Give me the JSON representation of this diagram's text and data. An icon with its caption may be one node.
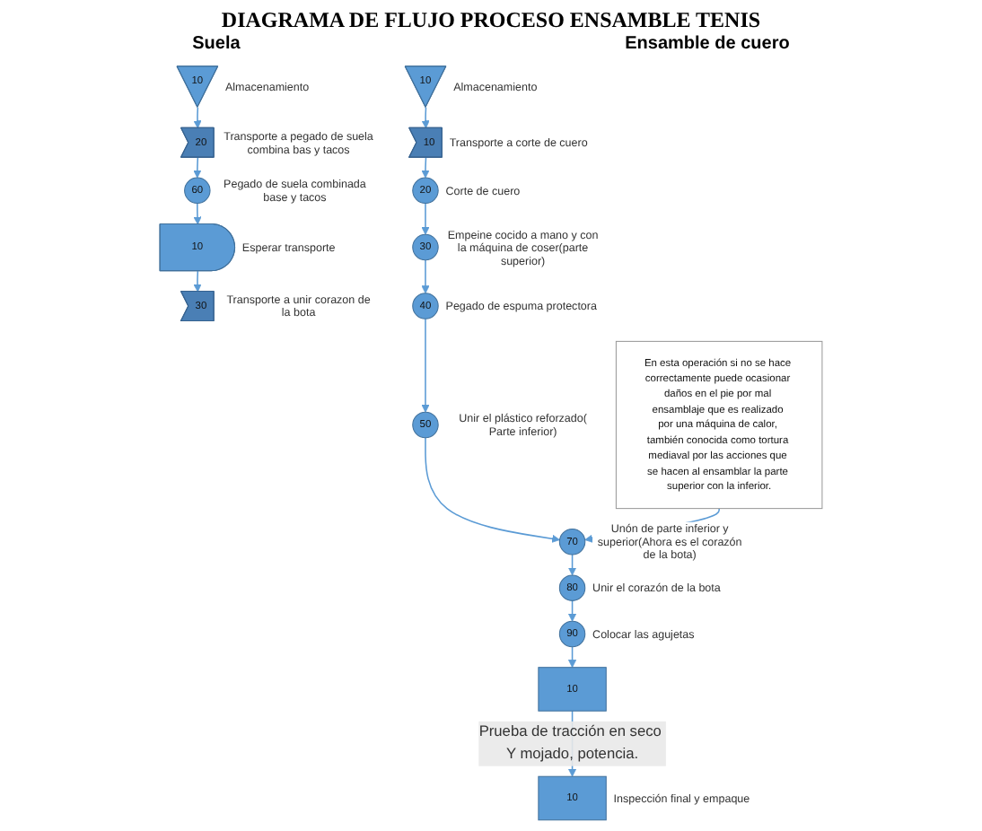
{
  "diagram": {
    "title": "DIAGRAMA DE FLUJO PROCESO ENSAMBLE TENIS",
    "nodes": [
      {
        "text": [
          "10"
        ],
        "beside": [
          "Almacenamiento"
        ]
      },
      {
        "text": [
          "20"
        ],
        "beside": [
          "Transporte a pegado de suela combina bas y tacos"
        ]
      },
      {
        "text": [
          "60"
        ],
        "beside": [
          "Pegado de suela combinada base y tacos"
        ]
      },
      {
        "text": [
          "10"
        ],
        "beside": [
          "Esperar transporte"
        ]
      },
      {
        "text": [
          "30"
        ],
        "beside": [
          "Transporte a unir corazon de la bota"
        ]
      },
      {
        "text": [
          "10"
        ],
        "beside": [
          "Almacenamiento"
        ]
      },
      {
        "text": [
          "10"
        ],
        "beside": [
          "Transporte a corte de cuero"
        ]
      },
      {
        "text": [
          "20"
        ],
        "beside": [
          "Corte de cuero"
        ]
      },
      {
        "text": [
          "30"
        ],
        "beside": [
          "Empeine cocido a mano y con la máquina de coser(parte superior)"
        ]
      },
      {
        "text": [
          "40"
        ],
        "beside": [
          "Pegado de espuma protectora"
        ]
      },
      {
        "text": [
          "50"
        ],
        "beside": [
          "Unir el plástico reforzado( Parte inferior)"
        ]
      },
      {
        "text": [
          "70"
        ],
        "beside": [
          "Unón de parte inferior y superior(Ahora es el corazón de la bota)"
        ]
      },
      {
        "text": [
          "80"
        ],
        "beside": [
          "Unir el corazón de la bota"
        ]
      },
      {
        "text": [
          "90"
        ],
        "beside": [
          "Colocar las agujetas"
        ]
      },
      {
        "text": [
          "10"
        ]
      },
      {
        "text": [
          "10"
        ],
        "beside": [
          "Inspección final y empaque"
        ]
      },
      {
        "text": [
          "En esta operación si no se hace correctamente puede ocasionar daños en el pie por mal ensamblaje que es realizado por una máquina de calor, también conocida como tortura mediaval por las acciones que se hacen al ensamblar la parte superior con la inferior."
        ]
      }
    ],
    "edges": [
      {
        "from": 0,
        "to": 1,
        "arrow": "to"
      },
      {
        "from": 1,
        "to": 2,
        "arrow": "to"
      },
      {
        "from": 2,
        "to": 3,
        "arrow": "to"
      },
      {
        "from": 3,
        "to": 4,
        "arrow": "to"
      },
      {
        "from": 5,
        "to": 6,
        "arrow": "to"
      },
      {
        "from": 6,
        "to": 7,
        "arrow": "to"
      },
      {
        "from": 7,
        "to": 8,
        "arrow": "to"
      },
      {
        "from": 8,
        "to": 9,
        "arrow": "to"
      },
      {
        "from": 9,
        "to": 10,
        "arrow": "to"
      },
      {
        "from": 10,
        "to": 11,
        "arrow": "to"
      },
      {
        "from": 11,
        "to": 12,
        "arrow": "to"
      },
      {
        "from": 12,
        "to": 13,
        "arrow": "to"
      },
      {
        "from": 13,
        "to": 14,
        "arrow": "to"
      },
      {
        "from": 14,
        "to": 15,
        "arrow": "to",
        "label": "Prueba de tracción en seco Y mojado, potencia."
      },
      {
        "from": 16,
        "to": 11,
        "arrow": "to"
      }
    ],
    "labels": [
      "Suela",
      "Ensamble de cuero"
    ]
  }
}
